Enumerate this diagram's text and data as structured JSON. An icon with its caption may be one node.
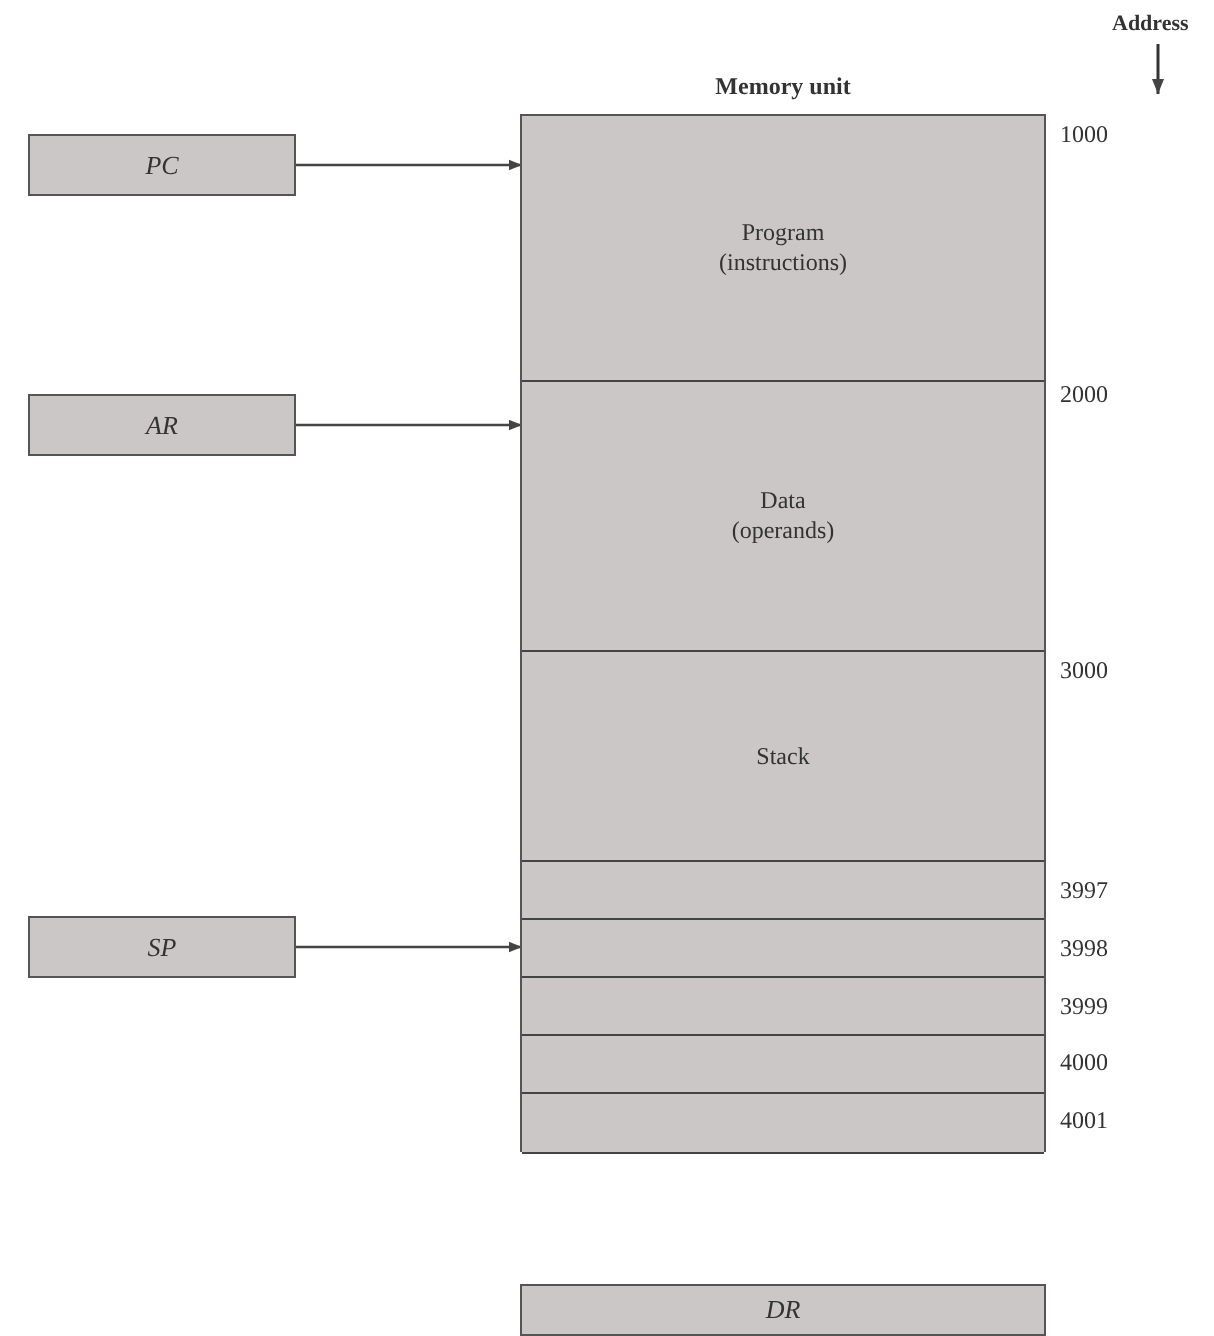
{
  "diagram": {
    "nodes": [
      {
        "text": [
          "PC"
        ]
      },
      {
        "text": [
          "AR"
        ]
      },
      {
        "text": [
          "SP"
        ]
      },
      {
        "text": [
          "Memory unit"
        ]
      },
      {
        "text": [
          "Program",
          "(instructions)"
        ],
        "in": 3
      },
      {
        "text": [
          "Data",
          "(operands)"
        ],
        "in": 3
      },
      {
        "text": [
          "Stack"
        ],
        "in": 3
      },
      {
        "text": [],
        "shape": "box",
        "in": 3
      },
      {
        "text": [],
        "shape": "box",
        "in": 3
      },
      {
        "text": [],
        "shape": "box",
        "in": 3
      },
      {
        "text": [],
        "shape": "box",
        "in": 3
      },
      {
        "text": [],
        "shape": "box",
        "in": 3
      },
      {
        "text": [
          "DR"
        ]
      }
    ],
    "edges": [
      {
        "from": 0,
        "to": 4,
        "arrow": "to"
      },
      {
        "from": 1,
        "to": 5,
        "arrow": "to"
      },
      {
        "from": 2,
        "to": 8,
        "arrow": "to"
      }
    ],
    "labels": [
      "Address",
      "1000",
      "2000",
      "3000",
      "3997",
      "3998",
      "3999",
      "4000",
      "4001"
    ]
  }
}
